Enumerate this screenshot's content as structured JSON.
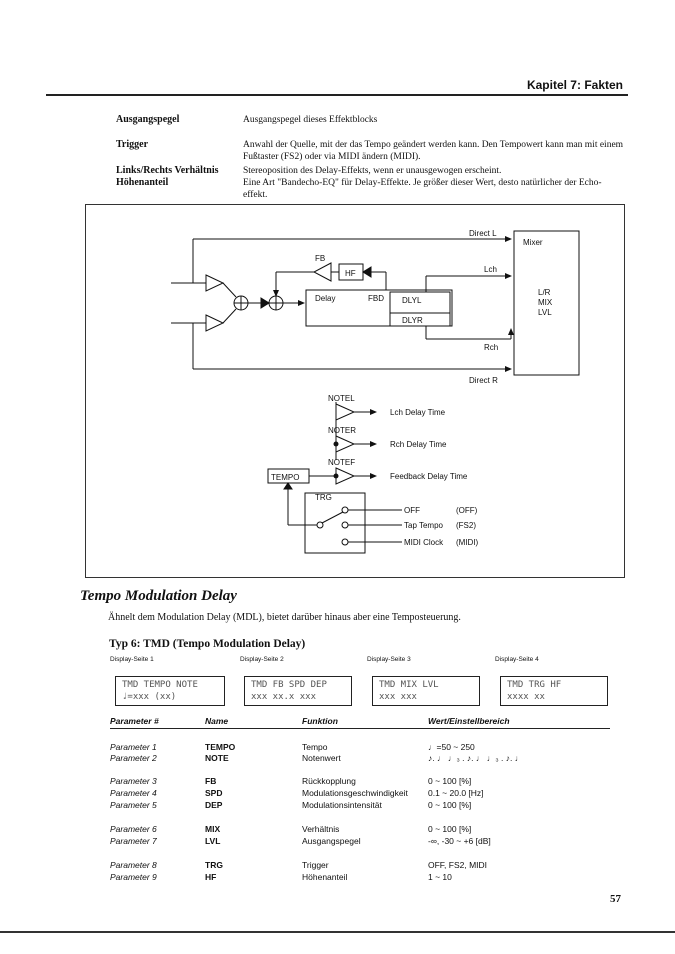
{
  "header": {
    "chapter": "Kapitel 7: Fakten"
  },
  "definitions": [
    {
      "term": "Ausgangspegel",
      "desc": [
        "Ausgangspegel dieses Effektblocks"
      ]
    },
    {
      "term": "Trigger",
      "desc": [
        "Anwahl der Quelle, mit der das Tempo geändert werden kann. Den Tempowert kann man mit einem",
        "Fußtaster (FS2) oder via MIDI ändern (MIDI)."
      ]
    },
    {
      "term": "Links/Rechts Verhältnis",
      "desc": [
        "Stereoposition des Delay-Effekts, wenn er unausgewogen erscheint."
      ]
    },
    {
      "term": "Höhenanteil",
      "desc": [
        "Eine Art \"Bandecho-EQ\" für Delay-Effekte. Je größer dieser Wert, desto natürlicher der Echo-",
        "effekt."
      ]
    }
  ],
  "diagram": {
    "direct_l": "Direct L",
    "direct_r": "Direct R",
    "mixer": "Mixer",
    "mixer_params": [
      "L/R",
      "MIX",
      "LVL"
    ],
    "fb": "FB",
    "hf": "HF",
    "lch": "Lch",
    "rch": "Rch",
    "delay": "Delay",
    "fbd": "FBD",
    "dlyl": "DLYL",
    "dlyr": "DLYR",
    "notel": "NOTEL",
    "noter": "NOTER",
    "notef": "NOTEF",
    "tempo": "TEMPO",
    "trg": "TRG",
    "lch_delay_time": "Lch Delay Time",
    "rch_delay_time": "Rch Delay Time",
    "feedback_delay_time": "Feedback Delay Time",
    "off": "OFF",
    "off_code": "(OFF)",
    "tap_tempo": "Tap Tempo",
    "tap_code": "(FS2)",
    "midi_clock": "MIDI Clock",
    "midi_code": "(MIDI)"
  },
  "section": {
    "title": "Tempo Modulation Delay",
    "intro": "Ähnelt dem Modulation Delay (MDL), bietet darüber hinaus aber eine Temposteuerung.",
    "subtitle": "Typ 6: TMD (Tempo Modulation Delay)"
  },
  "display_pages": [
    {
      "label": "Display-Seite 1",
      "row1": "TMD   TEMPO NOTE",
      "row2": "      ♩=xxx (xx)"
    },
    {
      "label": "Display-Seite 2",
      "row1": "TMD  FB  SPD DEP",
      "row2": "     xxx xx.x xxx"
    },
    {
      "label": "Display-Seite 3",
      "row1": "TMD       MIX LVL",
      "row2": "          xxx xxx"
    },
    {
      "label": "Display-Seite 4",
      "row1": "TMD        TRG HF",
      "row2": "            xxxx xx"
    }
  ],
  "table": {
    "headers": [
      "Parameter #",
      "Name",
      "Funktion",
      "Wert/Einstellbereich"
    ],
    "rows": [
      {
        "param": "Parameter 1",
        "name": "TEMPO",
        "func": "Tempo",
        "range": "♩=50 ~ 250"
      },
      {
        "param": "Parameter 2",
        "name": "NOTE",
        "func": "Notenwert",
        "range": "♪. ♩ ♩₃ . ♪. ♩ ♩₃ . ♪. ♩"
      },
      {
        "param": "Parameter 3",
        "name": "FB",
        "func": "Rückkopplung",
        "range": "0 ~ 100 [%]"
      },
      {
        "param": "Parameter 4",
        "name": "SPD",
        "func": "Modulationsgeschwindigkeit",
        "range": "0.1 ~ 20.0 [Hz]"
      },
      {
        "param": "Parameter 5",
        "name": "DEP",
        "func": "Modulationsintensität",
        "range": "0 ~ 100 [%]"
      },
      {
        "param": "Parameter 6",
        "name": "MIX",
        "func": "Verhältnis",
        "range": "0 ~ 100 [%]"
      },
      {
        "param": "Parameter 7",
        "name": "LVL",
        "func": "Ausgangspegel",
        "range": "-∞, -30 ~ +6 [dB]"
      },
      {
        "param": "Parameter 8",
        "name": "TRG",
        "func": "Trigger",
        "range": "OFF, FS2, MIDI"
      },
      {
        "param": "Parameter 9",
        "name": "HF",
        "func": "Höhenanteil",
        "range": "1 ~ 10"
      }
    ]
  },
  "page_number": "57"
}
